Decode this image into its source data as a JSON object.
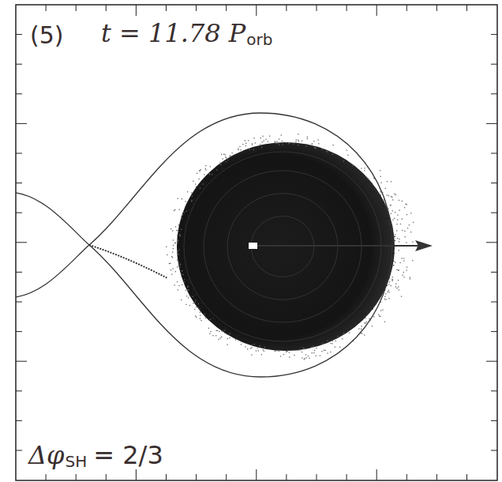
{
  "diagram": {
    "labels": [
      "(5)",
      "t = 11.78 P",
      "orb",
      "Δφ",
      "SH",
      "= 2/3"
    ]
  }
}
